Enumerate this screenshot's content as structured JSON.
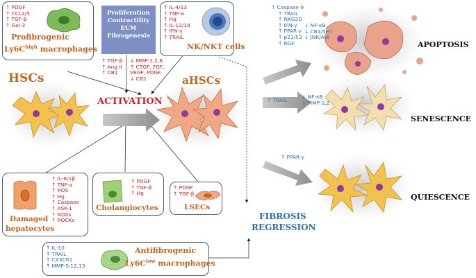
{
  "profibrogenic": {
    "markers": [
      "↑ PDGF",
      "↑ CCL2/5",
      "↑ TGF-β",
      "↑ Gal-3"
    ],
    "title_line1": "Profibrogenic",
    "title_line2_pre": "Ly6C",
    "title_line2_sup": "high",
    "title_line2_post": " macrophages"
  },
  "hsc_effects": {
    "lines": [
      "Proliferation",
      "Contractility",
      "ECM",
      "Fibrogenesis"
    ]
  },
  "nk": {
    "markers": [
      "↑ IL-4/13",
      "↑ TNF-α",
      "↑ Hg",
      "↑ IL-12/18",
      "↑ IFN-γ",
      "↑ TRAIL"
    ],
    "title": "NK/NKT cells"
  },
  "activation_inputs_left": [
    "↑ TGF-β",
    "↑ Ang II",
    "↑ CB1"
  ],
  "activation_inputs_right": [
    "↓ MMP-1,2,8",
    "↑ CTGF, FGF,",
    "VEGF, PDGF",
    "↓ CB2"
  ],
  "labels": {
    "hscs": "HSCs",
    "ahscs": "aHSCs",
    "activation": "ACTIVATION",
    "apoptosis": "APOPTOSIS",
    "senescence": "SENESCENCE",
    "quiescence": "QUIESCENCE",
    "fibrosis1": "FIBROSIS",
    "fibrosis2": "REGRESSION"
  },
  "apoptosis_markers": [
    "↑ Caspase-9",
    "↑ TRAIL",
    "↑ NKG2D",
    "↑ IFN-γ",
    "↑ PPAR-γ",
    "↑ p21/53",
    "↑ NGF"
  ],
  "apoptosis_markers_right": [
    "↓ NF-κB",
    "↓ CB1/5HT",
    "↓ JNK/Akt"
  ],
  "senescence_markers_left": [
    "↑ TRAIL"
  ],
  "senescence_markers_right": [
    "↓ NF-κB",
    "↓ TIMP-1,2"
  ],
  "quiescence_markers": [
    "↑ PPAR-γ"
  ],
  "damaged": {
    "markers": [
      "↑ IL-6/1β",
      "↑ TNF-α",
      "↑ ROS",
      "↑ Hg",
      "↑ Caspase",
      "↑ ASK-1",
      "↑ NOXs",
      "↑ ROCKs"
    ],
    "title_line1": "Damaged",
    "title_line2": "hepatocytes"
  },
  "cholangiocytes": {
    "markers": [
      "↑ PDGF",
      "↑ TGF-β",
      "↑ Hg"
    ],
    "title": "Cholangiocytes"
  },
  "lsecs": {
    "markers": [
      "↑ PDGF",
      "↑ TGF-β"
    ],
    "title": "LSECs"
  },
  "antifibrogenic": {
    "markers": [
      "↑ IL-10",
      "↑ TRAIL",
      "↑ CX3CR1",
      "↑ MMP-9,12,13"
    ],
    "title_line1": "Antifibrogenic",
    "title_line2_pre": "Ly6C",
    "title_line2_sup": "low",
    "title_line2_post": " macrophages"
  },
  "colors": {
    "orange": "#c8641e",
    "red": "#d0202a",
    "blue": "#2f6fb3",
    "box_border": "#4a5c80",
    "hsc_fill": "#f2c14e",
    "ahsc_fill": "#f0a884",
    "effects_fill": "#7d8fc4"
  }
}
